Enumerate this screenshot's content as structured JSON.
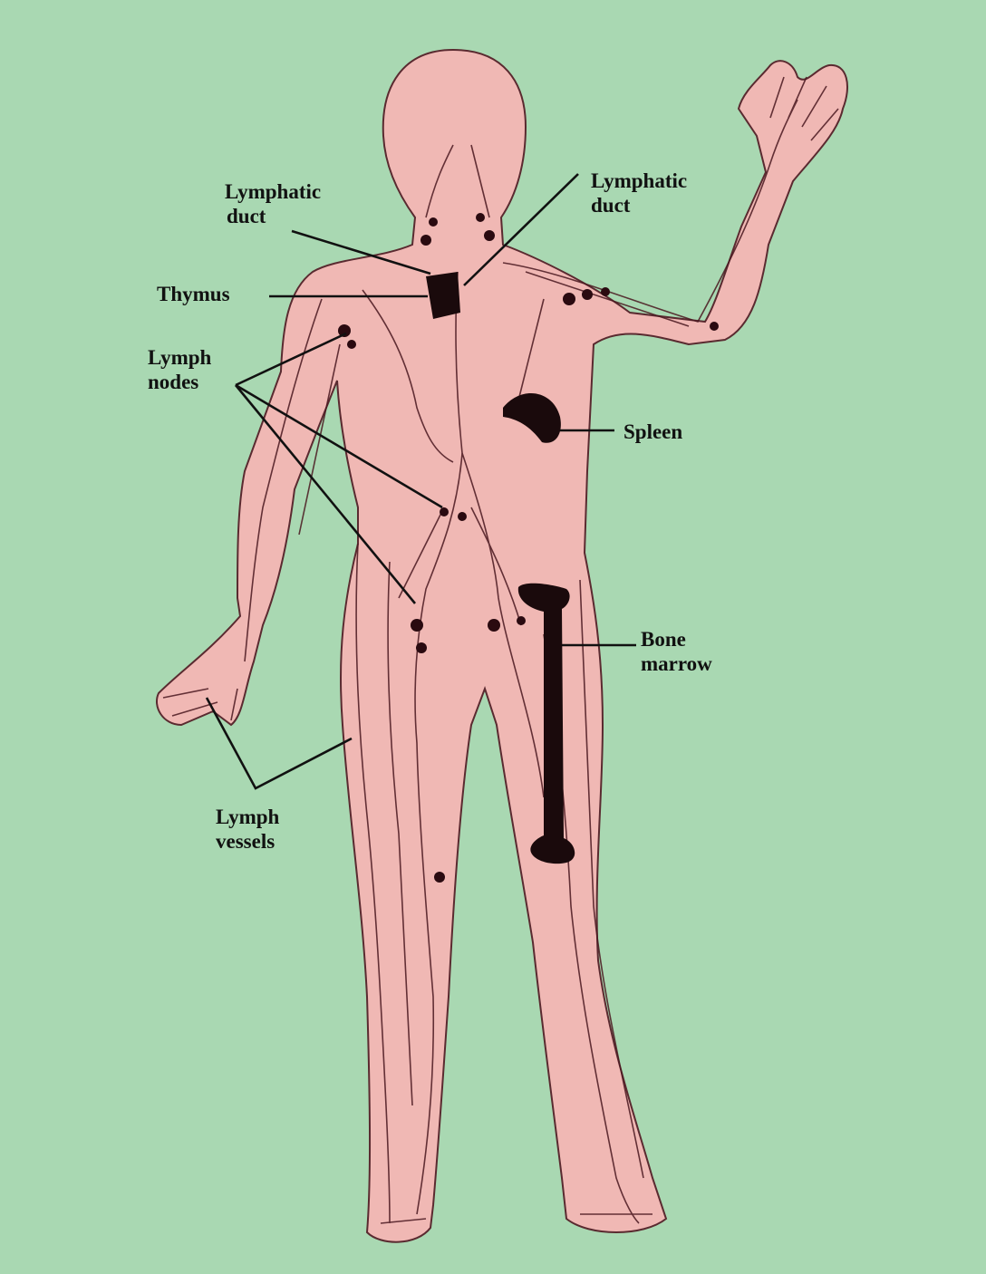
{
  "labels": {
    "lymphatic_duct_left": [
      "Lymphatic",
      "duct"
    ],
    "lymphatic_duct_right": [
      "Lymphatic",
      "duct"
    ],
    "thymus": "Thymus",
    "lymph_nodes": [
      "Lymph",
      "nodes"
    ],
    "spleen": "Spleen",
    "bone_marrow": [
      "Bone",
      "marrow"
    ],
    "lymph_vessels": [
      "Lymph",
      "vessels"
    ]
  },
  "colors": {
    "background": "#a9d8b2",
    "body_fill": "#f0b8b4",
    "vessel": "#4a1820",
    "organ": "#1a0a0c",
    "leader_line": "#111111"
  }
}
